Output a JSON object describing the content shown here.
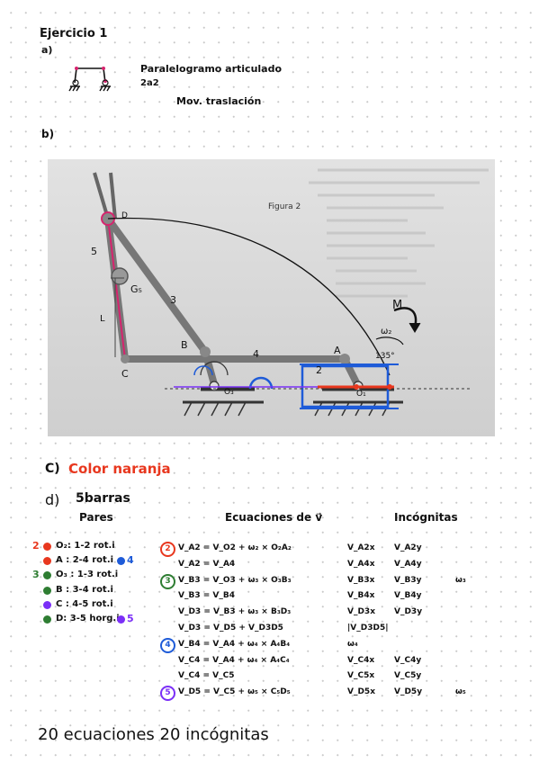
{
  "header": {
    "title": "Ejercicio 1",
    "part_a": "a)",
    "part_b": "b)"
  },
  "part_a": {
    "line1": "Paralelogramo articulado",
    "line2": "2a2",
    "line3": "Mov. traslación"
  },
  "figure": {
    "caption": "Figura 2",
    "labels": {
      "D": "D",
      "five": "5",
      "G5": "G₅",
      "three": "3",
      "L": "L",
      "B": "B",
      "C": "C",
      "four": "4",
      "A": "A",
      "two": "2",
      "M": "M",
      "omega2": "ω₂",
      "angle": "135°",
      "O3": "O₃",
      "O1": "O₁"
    }
  },
  "part_c": {
    "label": "C)",
    "text": "Color naranja"
  },
  "part_d": {
    "label": "d)",
    "title": "5barras",
    "col_pares": "Pares",
    "col_ecuaciones": "Ecuaciones de v⃗",
    "col_incognitas": "Incógnitas",
    "pares": [
      {
        "prefix": "2",
        "text": "O₂: 1-2 rot.i",
        "dot": "#e8371e",
        "suffix": ""
      },
      {
        "prefix": "",
        "text": "A : 2-4 rot.i",
        "dot": "#e8371e",
        "suffix": "4"
      },
      {
        "prefix": "3",
        "text": "O₃ : 1-3 rot.i",
        "dot": "#2e7d32",
        "suffix": ""
      },
      {
        "prefix": "",
        "text": "B : 3-4 rot.i",
        "dot": "#2e7d32",
        "suffix": ""
      },
      {
        "prefix": "",
        "text": "C : 4-5 rot.i",
        "dot": "#7b2ff7",
        "suffix": ""
      },
      {
        "prefix": "",
        "text": "D: 3-5 horg.i",
        "dot": "#2e7d32",
        "suffix": "5"
      }
    ],
    "ecuaciones": [
      {
        "num": "2",
        "numColor": "#e8371e",
        "text": "V_A2 = V_O2 + ω₂ × O₂A₂"
      },
      {
        "num": "",
        "numColor": "",
        "text": "V_A2 = V_A4"
      },
      {
        "num": "3",
        "numColor": "#2e7d32",
        "text": "V_B3 = V_O3 + ω₃ × O₃B₃"
      },
      {
        "num": "",
        "numColor": "",
        "text": "V_B3 = V_B4"
      },
      {
        "num": "",
        "numColor": "",
        "text": "V_D3 = V_B3 + ω₃ × B₃D₃"
      },
      {
        "num": "",
        "numColor": "",
        "text": "V_D3 = V_D5 + V_D3D5"
      },
      {
        "num": "4",
        "numColor": "#1e5bd8",
        "text": "V_B4 = V_A4 + ω₄ × A₄B₄"
      },
      {
        "num": "",
        "numColor": "",
        "text": "V_C4 = V_A4 + ω₄ × A₄C₄"
      },
      {
        "num": "",
        "numColor": "",
        "text": "V_C4 = V_C5"
      },
      {
        "num": "5",
        "numColor": "#7b2ff7",
        "text": "V_D5 = V_C5 + ω₅ × C₅D₅"
      }
    ],
    "incognitas": [
      [
        "V_A2x",
        "V_A2y",
        ""
      ],
      [
        "V_A4x",
        "V_A4y",
        ""
      ],
      [
        "V_B3x",
        "V_B3y",
        "ω₃"
      ],
      [
        "V_B4x",
        "V_B4y",
        ""
      ],
      [
        "V_D3x",
        "V_D3y",
        ""
      ],
      [
        "|V_D3D5|",
        "",
        ""
      ],
      [
        "ω₄",
        "",
        ""
      ],
      [
        "V_C4x",
        "V_C4y",
        ""
      ],
      [
        "V_C5x",
        "V_C5y",
        ""
      ],
      [
        "V_D5x",
        "V_D5y",
        "ω₅"
      ]
    ]
  },
  "footer": {
    "summary": "20 ecuaciones  20 incógnitas"
  },
  "colors": {
    "orange": "#e8371e",
    "green": "#2e7d32",
    "blue": "#1e5bd8",
    "purple": "#7b2ff7",
    "pink": "#d6246e"
  }
}
